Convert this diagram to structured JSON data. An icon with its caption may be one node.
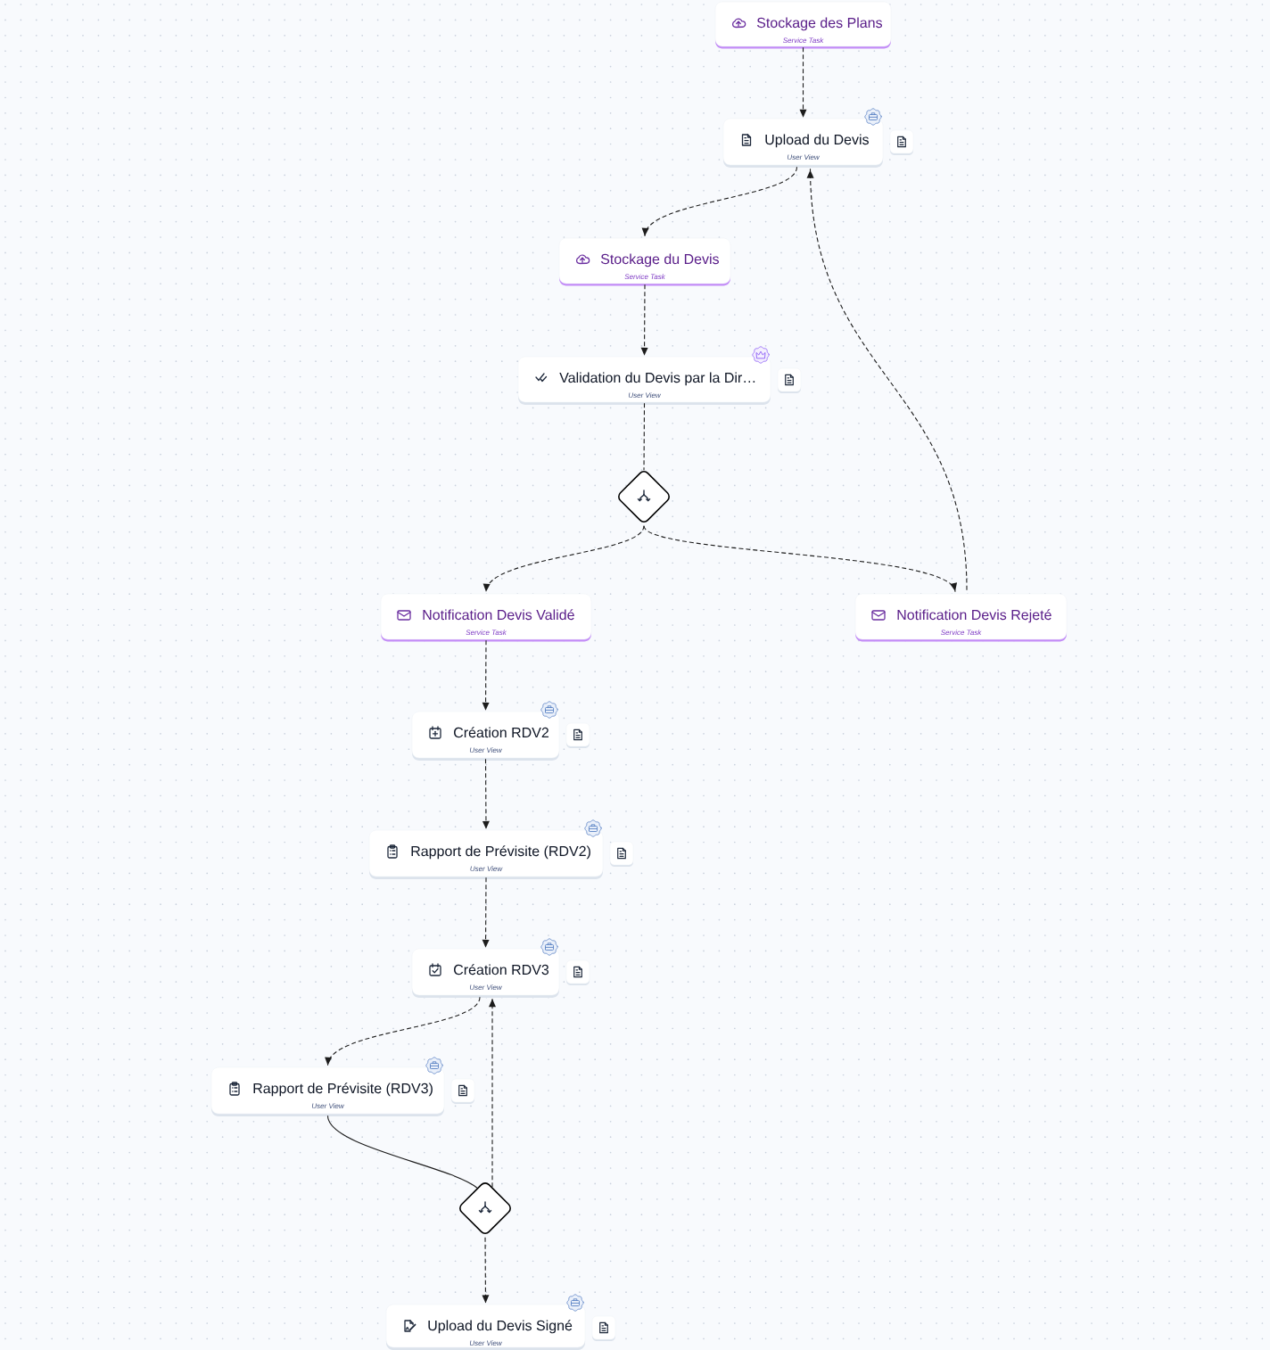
{
  "diagram": {
    "nodes": [
      {
        "text": [
          "Stockage des Plans",
          "Service Task"
        ]
      },
      {
        "text": [
          "Upload du Devis",
          "User View"
        ]
      },
      {
        "text": [
          "Stockage du Devis",
          "Service Task"
        ]
      },
      {
        "text": [
          "Validation du Devis par la Dir…",
          "User View"
        ]
      },
      {
        "text": [],
        "shape": "diamond"
      },
      {
        "text": [
          "Notification Devis Validé",
          "Service Task"
        ]
      },
      {
        "text": [
          "Notification Devis Rejeté",
          "Service Task"
        ]
      },
      {
        "text": [
          "Création RDV2",
          "User View"
        ]
      },
      {
        "text": [
          "Rapport de Prévisite (RDV2)",
          "User View"
        ]
      },
      {
        "text": [
          "Création RDV3",
          "User View"
        ]
      },
      {
        "text": [
          "Rapport de Prévisite (RDV3)",
          "User View"
        ]
      },
      {
        "text": [],
        "shape": "diamond"
      },
      {
        "text": [
          "Upload du Devis Signé",
          "User View"
        ]
      }
    ],
    "edges": [
      {
        "from": 0,
        "to": 1,
        "arrow": "to",
        "style": "dashed"
      },
      {
        "from": 1,
        "to": 2,
        "arrow": "to",
        "style": "dashed"
      },
      {
        "from": 2,
        "to": 3,
        "arrow": "to",
        "style": "dashed"
      },
      {
        "from": 3,
        "to": 4,
        "arrow": "none",
        "style": "dashed"
      },
      {
        "from": 4,
        "to": 5,
        "arrow": "to",
        "style": "dashed"
      },
      {
        "from": 4,
        "to": 6,
        "arrow": "to",
        "style": "dashed"
      },
      {
        "from": 6,
        "to": 1,
        "arrow": "to",
        "style": "dashed"
      },
      {
        "from": 5,
        "to": 7,
        "arrow": "to",
        "style": "dashed"
      },
      {
        "from": 7,
        "to": 8,
        "arrow": "to",
        "style": "dashed"
      },
      {
        "from": 8,
        "to": 9,
        "arrow": "to",
        "style": "dashed"
      },
      {
        "from": 9,
        "to": 10,
        "arrow": "to",
        "style": "dashed"
      },
      {
        "from": 10,
        "to": 11,
        "arrow": "none"
      },
      {
        "from": 11,
        "to": 9,
        "arrow": "to",
        "style": "dashed"
      },
      {
        "from": 11,
        "to": 12,
        "arrow": "to",
        "style": "dashed"
      }
    ]
  }
}
